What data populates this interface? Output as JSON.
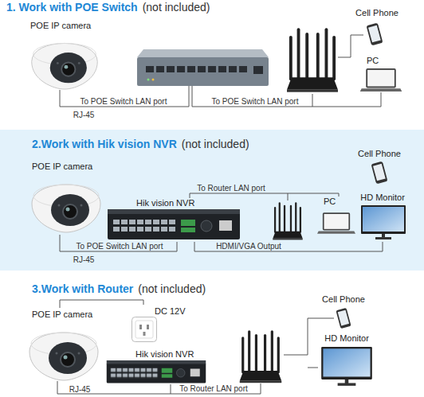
{
  "diagram": {
    "nodes": [
      {
        "text": [
          "1. Work with POE Switch",
          "(not included)"
        ]
      },
      {
        "text": [
          "POE IP camera"
        ],
        "in": 0
      },
      {
        "text": [
          "Cell Phone"
        ],
        "in": 0
      },
      {
        "text": [
          "PC"
        ],
        "in": 0
      },
      {
        "text": [
          "2.Work with Hik vision NVR",
          "(not included)"
        ]
      },
      {
        "text": [
          "POE IP camera"
        ],
        "in": 4
      },
      {
        "text": [
          "Cell Phone"
        ],
        "in": 4
      },
      {
        "text": [
          "Hik vision NVR"
        ],
        "in": 4
      },
      {
        "text": [
          "PC"
        ],
        "in": 4
      },
      {
        "text": [
          "HD Monitor"
        ],
        "in": 4
      },
      {
        "text": [
          "3.Work with Router",
          "(not included)"
        ]
      },
      {
        "text": [
          "POE IP camera"
        ],
        "in": 10
      },
      {
        "text": [
          "DC 12V"
        ],
        "in": 10
      },
      {
        "text": [
          "Cell Phone"
        ],
        "in": 10
      },
      {
        "text": [
          "Hik vision NVR"
        ],
        "in": 10
      },
      {
        "text": [
          "HD Monitor"
        ],
        "in": 10
      }
    ],
    "edges": [
      {
        "from": 5,
        "to": 7,
        "label": "To POE Switch LAN port",
        "arrow": "none"
      },
      {
        "from": 7,
        "to": 8,
        "label": "To Router LAN port",
        "arrow": "none"
      },
      {
        "from": 7,
        "to": 9,
        "label": "HDMI/VGA Output",
        "arrow": "none"
      },
      {
        "from": 11,
        "to": 12,
        "arrow": "none"
      }
    ],
    "labels": [
      "To POE Switch LAN port",
      "To POE Switch LAN port",
      "RJ-45",
      "RJ-45",
      "RJ-45",
      "To Router LAN port"
    ]
  }
}
